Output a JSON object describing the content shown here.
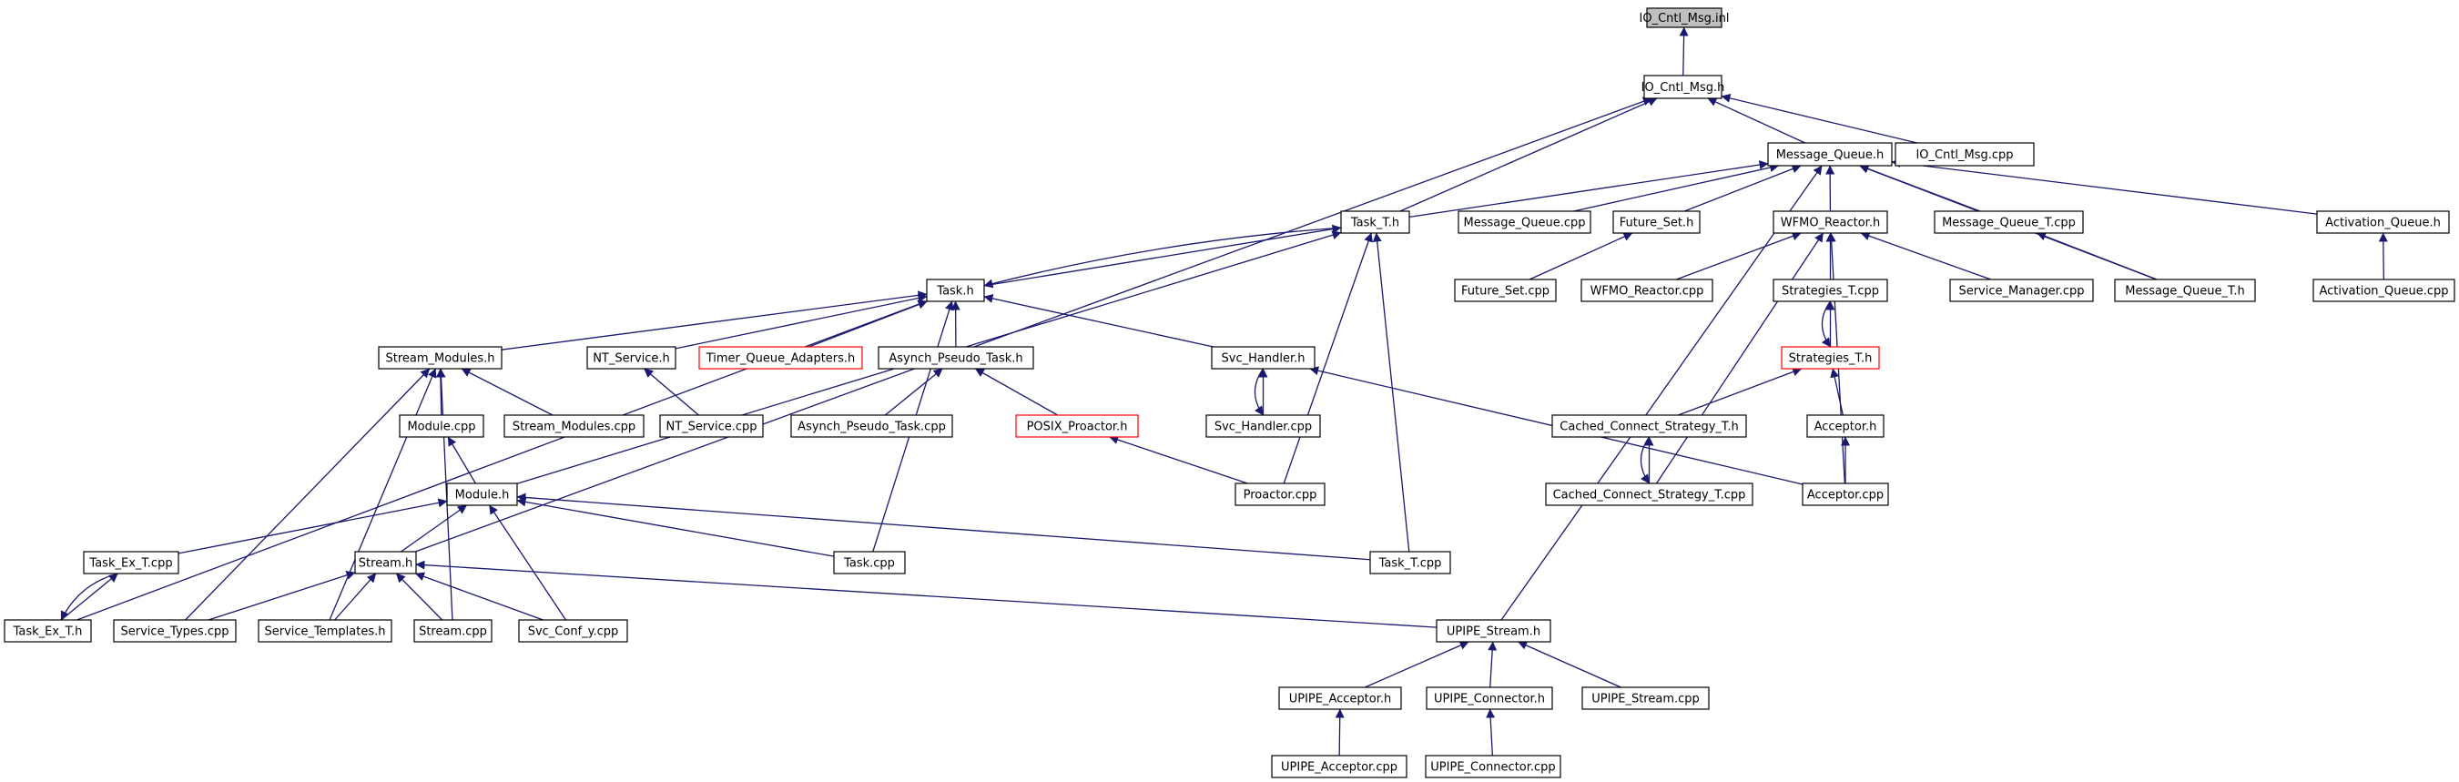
{
  "diagram": {
    "nodes": [
      {
        "id": "io_inl",
        "label": "IO_Cntl_Msg.inl",
        "style": "root"
      },
      {
        "id": "io_h",
        "label": "IO_Cntl_Msg.h",
        "style": "normal"
      },
      {
        "id": "mq_h",
        "label": "Message_Queue.h",
        "style": "normal"
      },
      {
        "id": "io_cpp",
        "label": "IO_Cntl_Msg.cpp",
        "style": "normal"
      },
      {
        "id": "taskt_h",
        "label": "Task_T.h",
        "style": "normal"
      },
      {
        "id": "mq_cpp",
        "label": "Message_Queue.cpp",
        "style": "normal"
      },
      {
        "id": "fs_h",
        "label": "Future_Set.h",
        "style": "normal"
      },
      {
        "id": "wfmo_h",
        "label": "WFMO_Reactor.h",
        "style": "normal"
      },
      {
        "id": "mqt_cpp",
        "label": "Message_Queue_T.cpp",
        "style": "normal"
      },
      {
        "id": "aq_h",
        "label": "Activation_Queue.h",
        "style": "normal"
      },
      {
        "id": "task_h",
        "label": "Task.h",
        "style": "normal"
      },
      {
        "id": "fs_cpp",
        "label": "Future_Set.cpp",
        "style": "normal"
      },
      {
        "id": "wfmo_cpp",
        "label": "WFMO_Reactor.cpp",
        "style": "normal"
      },
      {
        "id": "strt_cpp",
        "label": "Strategies_T.cpp",
        "style": "normal"
      },
      {
        "id": "sm_cpp",
        "label": "Service_Manager.cpp",
        "style": "normal"
      },
      {
        "id": "mqt_h",
        "label": "Message_Queue_T.h",
        "style": "normal"
      },
      {
        "id": "aq_cpp",
        "label": "Activation_Queue.cpp",
        "style": "normal"
      },
      {
        "id": "sm_h",
        "label": "Stream_Modules.h",
        "style": "normal"
      },
      {
        "id": "nts_h",
        "label": "NT_Service.h",
        "style": "normal"
      },
      {
        "id": "tqa_h",
        "label": "Timer_Queue_Adapters.h",
        "style": "red"
      },
      {
        "id": "apt_h",
        "label": "Asynch_Pseudo_Task.h",
        "style": "normal"
      },
      {
        "id": "svch_h",
        "label": "Svc_Handler.h",
        "style": "normal"
      },
      {
        "id": "strt_h",
        "label": "Strategies_T.h",
        "style": "red"
      },
      {
        "id": "mod_cpp",
        "label": "Module.cpp",
        "style": "normal"
      },
      {
        "id": "smod_cpp",
        "label": "Stream_Modules.cpp",
        "style": "normal"
      },
      {
        "id": "nts_cpp",
        "label": "NT_Service.cpp",
        "style": "normal"
      },
      {
        "id": "apt_cpp",
        "label": "Asynch_Pseudo_Task.cpp",
        "style": "normal"
      },
      {
        "id": "posix_h",
        "label": "POSIX_Proactor.h",
        "style": "red"
      },
      {
        "id": "svch_cpp",
        "label": "Svc_Handler.cpp",
        "style": "normal"
      },
      {
        "id": "ccs_h",
        "label": "Cached_Connect_Strategy_T.h",
        "style": "normal"
      },
      {
        "id": "acc_h",
        "label": "Acceptor.h",
        "style": "normal"
      },
      {
        "id": "mod_h",
        "label": "Module.h",
        "style": "normal"
      },
      {
        "id": "proactor_cpp",
        "label": "Proactor.cpp",
        "style": "normal"
      },
      {
        "id": "ccs_cpp",
        "label": "Cached_Connect_Strategy_T.cpp",
        "style": "normal"
      },
      {
        "id": "acc_cpp",
        "label": "Acceptor.cpp",
        "style": "normal"
      },
      {
        "id": "tet_cpp",
        "label": "Task_Ex_T.cpp",
        "style": "normal"
      },
      {
        "id": "stream_h",
        "label": "Stream.h",
        "style": "normal"
      },
      {
        "id": "task_cpp",
        "label": "Task.cpp",
        "style": "normal"
      },
      {
        "id": "taskt_cpp",
        "label": "Task_T.cpp",
        "style": "normal"
      },
      {
        "id": "tet_h",
        "label": "Task_Ex_T.h",
        "style": "normal"
      },
      {
        "id": "st_cpp",
        "label": "Service_Types.cpp",
        "style": "normal"
      },
      {
        "id": "stpl_h",
        "label": "Service_Templates.h",
        "style": "normal"
      },
      {
        "id": "stream_cpp",
        "label": "Stream.cpp",
        "style": "normal"
      },
      {
        "id": "svcconf_cpp",
        "label": "Svc_Conf_y.cpp",
        "style": "normal"
      },
      {
        "id": "ups_h",
        "label": "UPIPE_Stream.h",
        "style": "normal"
      },
      {
        "id": "upa_h",
        "label": "UPIPE_Acceptor.h",
        "style": "normal"
      },
      {
        "id": "upc_h",
        "label": "UPIPE_Connector.h",
        "style": "normal"
      },
      {
        "id": "ups_cpp",
        "label": "UPIPE_Stream.cpp",
        "style": "normal"
      },
      {
        "id": "upa_cpp",
        "label": "UPIPE_Acceptor.cpp",
        "style": "normal"
      },
      {
        "id": "upc_cpp",
        "label": "UPIPE_Connector.cpp",
        "style": "normal"
      }
    ],
    "edges": [
      [
        "io_h",
        "io_inl"
      ],
      [
        "mq_h",
        "io_h"
      ],
      [
        "io_cpp",
        "io_h"
      ],
      [
        "taskt_h",
        "io_h"
      ],
      [
        "stream_h",
        "io_h"
      ],
      [
        "taskt_h",
        "mq_h"
      ],
      [
        "mq_cpp",
        "mq_h"
      ],
      [
        "fs_h",
        "mq_h"
      ],
      [
        "wfmo_h",
        "mq_h"
      ],
      [
        "mqt_cpp",
        "mq_h"
      ],
      [
        "aq_h",
        "mq_h"
      ],
      [
        "mqt_h",
        "mq_h"
      ],
      [
        "ups_h",
        "mq_h"
      ],
      [
        "task_h",
        "taskt_h"
      ],
      [
        "mod_h",
        "taskt_h"
      ],
      [
        "proactor_cpp",
        "taskt_h"
      ],
      [
        "taskt_cpp",
        "taskt_h"
      ],
      [
        "fs_cpp",
        "fs_h"
      ],
      [
        "wfmo_cpp",
        "wfmo_h"
      ],
      [
        "strt_cpp",
        "wfmo_h"
      ],
      [
        "sm_cpp",
        "wfmo_h"
      ],
      [
        "ccs_cpp",
        "wfmo_h"
      ],
      [
        "acc_cpp",
        "wfmo_h"
      ],
      [
        "mqt_h",
        "mqt_cpp"
      ],
      [
        "aq_cpp",
        "aq_h"
      ],
      [
        "taskt_h",
        "task_h"
      ],
      [
        "sm_h",
        "task_h"
      ],
      [
        "nts_h",
        "task_h"
      ],
      [
        "tqa_h",
        "task_h"
      ],
      [
        "apt_h",
        "task_h"
      ],
      [
        "svch_h",
        "task_h"
      ],
      [
        "tet_h",
        "task_h"
      ],
      [
        "task_cpp",
        "task_h"
      ],
      [
        "strt_h",
        "strt_cpp"
      ],
      [
        "strt_cpp",
        "strt_h"
      ],
      [
        "ccs_h",
        "strt_h"
      ],
      [
        "acc_h",
        "strt_h"
      ],
      [
        "mod_cpp",
        "sm_h"
      ],
      [
        "smod_cpp",
        "sm_h"
      ],
      [
        "st_cpp",
        "sm_h"
      ],
      [
        "stpl_h",
        "sm_h"
      ],
      [
        "stream_cpp",
        "sm_h"
      ],
      [
        "nts_cpp",
        "nts_h"
      ],
      [
        "apt_cpp",
        "apt_h"
      ],
      [
        "posix_h",
        "apt_h"
      ],
      [
        "svch_cpp",
        "svch_h"
      ],
      [
        "svch_h",
        "svch_cpp"
      ],
      [
        "acc_cpp",
        "svch_h"
      ],
      [
        "proactor_cpp",
        "posix_h"
      ],
      [
        "ccs_cpp",
        "ccs_h"
      ],
      [
        "ccs_h",
        "ccs_cpp"
      ],
      [
        "acc_cpp",
        "acc_h"
      ],
      [
        "mod_h",
        "mod_cpp"
      ],
      [
        "tet_cpp",
        "mod_h"
      ],
      [
        "stream_h",
        "mod_h"
      ],
      [
        "task_cpp",
        "mod_h"
      ],
      [
        "taskt_cpp",
        "mod_h"
      ],
      [
        "svcconf_cpp",
        "mod_h"
      ],
      [
        "tet_h",
        "tet_cpp"
      ],
      [
        "tet_cpp",
        "tet_h"
      ],
      [
        "st_cpp",
        "stream_h"
      ],
      [
        "stpl_h",
        "stream_h"
      ],
      [
        "stream_cpp",
        "stream_h"
      ],
      [
        "svcconf_cpp",
        "stream_h"
      ],
      [
        "ups_h",
        "stream_h"
      ],
      [
        "upa_h",
        "ups_h"
      ],
      [
        "upc_h",
        "ups_h"
      ],
      [
        "ups_cpp",
        "ups_h"
      ],
      [
        "upa_cpp",
        "upa_h"
      ],
      [
        "upc_cpp",
        "upc_h"
      ]
    ]
  }
}
